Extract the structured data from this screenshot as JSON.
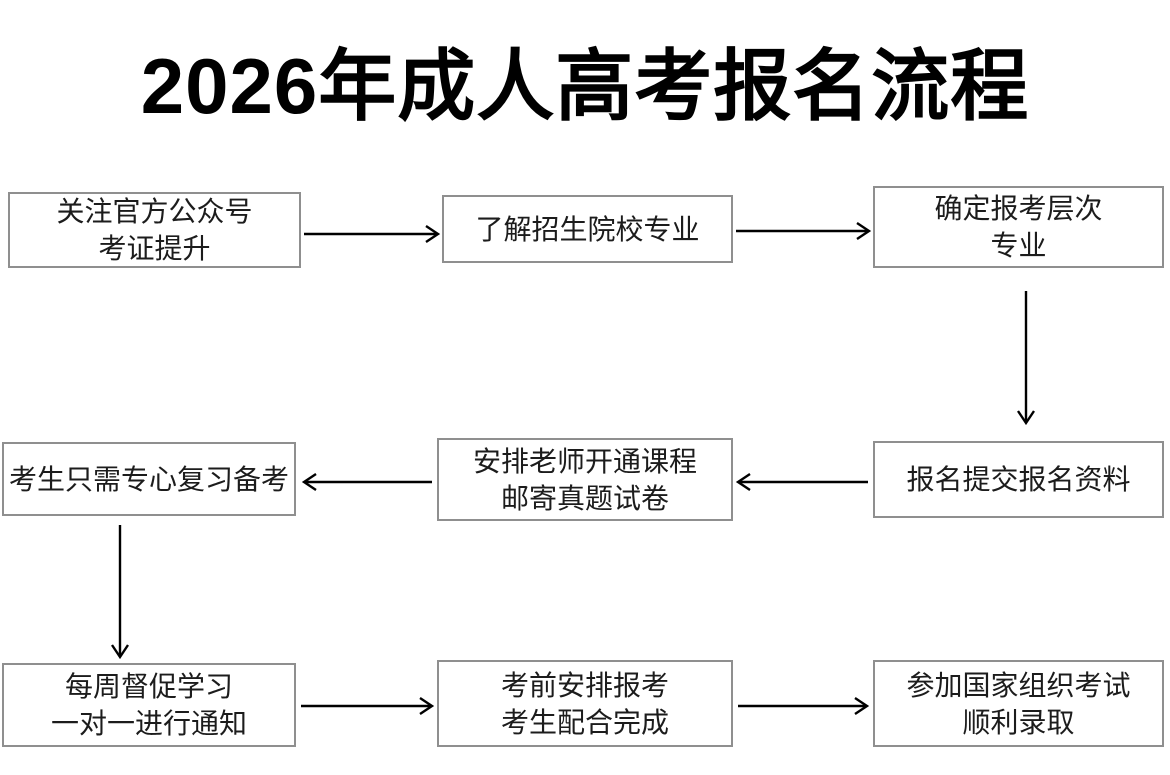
{
  "title": "2026年成人高考报名流程",
  "diagram": {
    "nodes": [
      {
        "id": "step1",
        "line1": "关注官方公众号",
        "line2": "考证提升"
      },
      {
        "id": "step2",
        "line1": "了解招生院校专业"
      },
      {
        "id": "step3",
        "line1": "确定报考层次",
        "line2": "专业"
      },
      {
        "id": "step4",
        "line1": "报名提交报名资料"
      },
      {
        "id": "step5",
        "line1": "安排老师开通课程",
        "line2": "邮寄真题试卷"
      },
      {
        "id": "step6",
        "line1": "考生只需专心复习备考"
      },
      {
        "id": "step7",
        "line1": "每周督促学习",
        "line2": "一对一进行通知"
      },
      {
        "id": "step8",
        "line1": "考前安排报考",
        "line2": "考生配合完成"
      },
      {
        "id": "step9",
        "line1": "参加国家组织考试",
        "line2": "顺利录取"
      }
    ],
    "flow": [
      {
        "from": "step1",
        "to": "step2",
        "direction": "right"
      },
      {
        "from": "step2",
        "to": "step3",
        "direction": "right"
      },
      {
        "from": "step3",
        "to": "step4",
        "direction": "down"
      },
      {
        "from": "step4",
        "to": "step5",
        "direction": "left"
      },
      {
        "from": "step5",
        "to": "step6",
        "direction": "left"
      },
      {
        "from": "step6",
        "to": "step7",
        "direction": "down"
      },
      {
        "from": "step7",
        "to": "step8",
        "direction": "right"
      },
      {
        "from": "step8",
        "to": "step9",
        "direction": "right"
      }
    ],
    "colors": {
      "background": "#ffffff",
      "box_border": "#8f8f8f",
      "box_text": "#1c1c1c",
      "arrow": "#000000",
      "title": "#000000"
    }
  }
}
